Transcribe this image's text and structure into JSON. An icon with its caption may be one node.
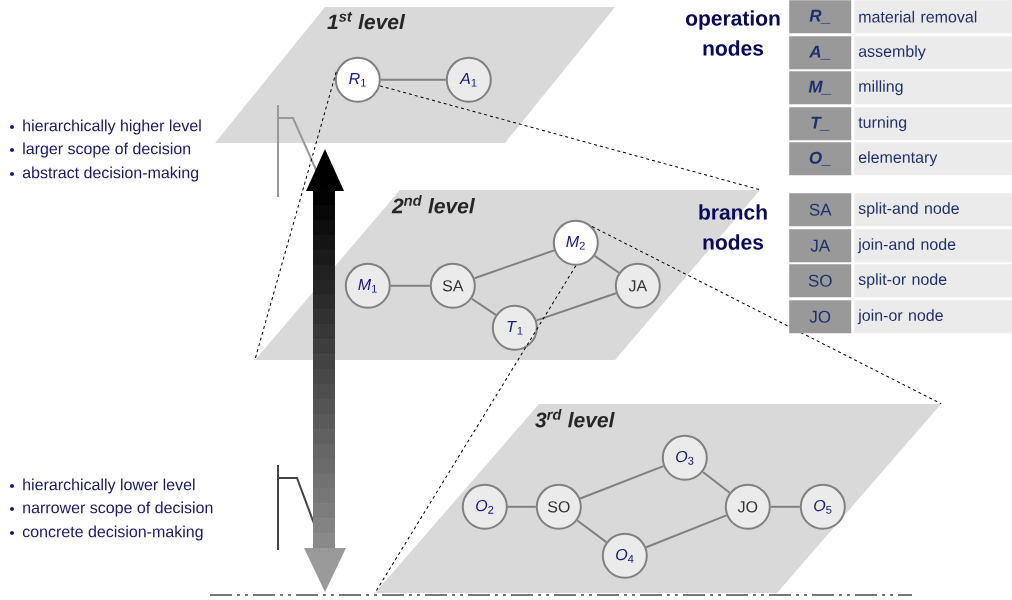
{
  "diagram": {
    "nodes": [
      {
        "text": [
          "1$^{st}$ level"
        ]
      },
      {
        "text": [
          "*R*$_{1}$"
        ],
        "in": 0
      },
      {
        "text": [
          "*A*$_{1}$"
        ],
        "in": 0
      },
      {
        "text": [
          "2$^{nd}$ level"
        ]
      },
      {
        "text": [
          "*M*$_{1}$"
        ],
        "in": 3
      },
      {
        "text": [
          "SA"
        ],
        "in": 3
      },
      {
        "text": [
          "*M*$_{2}$"
        ],
        "in": 3
      },
      {
        "text": [
          "*T*$_{1}$"
        ],
        "in": 3
      },
      {
        "text": [
          "JA"
        ],
        "in": 3
      },
      {
        "text": [
          "3$^{rd}$ level"
        ]
      },
      {
        "text": [
          "*O*$_{2}$"
        ],
        "in": 9
      },
      {
        "text": [
          "SO"
        ],
        "in": 9
      },
      {
        "text": [
          "*O*$_{3}$"
        ],
        "in": 9
      },
      {
        "text": [
          "*O*$_{4}$"
        ],
        "in": 9
      },
      {
        "text": [
          "JO"
        ],
        "in": 9
      },
      {
        "text": [
          "*O*$_{5}$"
        ],
        "in": 9
      }
    ],
    "edges": [
      {
        "from": 1,
        "to": 2,
        "arrow": "none"
      },
      {
        "from": 1,
        "to": 3,
        "arrow": "none",
        "style": "dashed",
        "color": "#000000"
      },
      {
        "from": 1,
        "to": 3,
        "arrow": "none",
        "style": "dashed",
        "color": "#000000"
      },
      {
        "from": 4,
        "to": 5,
        "arrow": "none"
      },
      {
        "from": 5,
        "to": 6,
        "arrow": "none"
      },
      {
        "from": 5,
        "to": 7,
        "arrow": "none"
      },
      {
        "from": 6,
        "to": 8,
        "arrow": "none"
      },
      {
        "from": 7,
        "to": 8,
        "arrow": "none"
      },
      {
        "from": 6,
        "to": 9,
        "arrow": "none",
        "style": "dashed",
        "color": "#000000"
      },
      {
        "from": 6,
        "to": 9,
        "arrow": "none",
        "style": "dashed",
        "color": "#000000"
      },
      {
        "from": 10,
        "to": 11,
        "arrow": "none"
      },
      {
        "from": 11,
        "to": 12,
        "arrow": "none"
      },
      {
        "from": 11,
        "to": 13,
        "arrow": "none"
      },
      {
        "from": 12,
        "to": 14,
        "arrow": "none"
      },
      {
        "from": 13,
        "to": 14,
        "arrow": "none"
      },
      {
        "from": 14,
        "to": 15,
        "arrow": "none"
      }
    ],
    "labels": [
      "operation nodes",
      "R_",
      "material removal",
      "A_",
      "assembly",
      "M_",
      "milling",
      "T_",
      "turning",
      "O_",
      "elementary",
      "branch nodes",
      "SA",
      "split-and node",
      "JA",
      "join-and node",
      "SO",
      "split-or node",
      "JO",
      "join-or node",
      "hierarchically higher level",
      "larger scope of decision",
      "abstract decision-making",
      "hierarchically lower level",
      "narrower scope of decision",
      "concrete decision-making"
    ]
  }
}
